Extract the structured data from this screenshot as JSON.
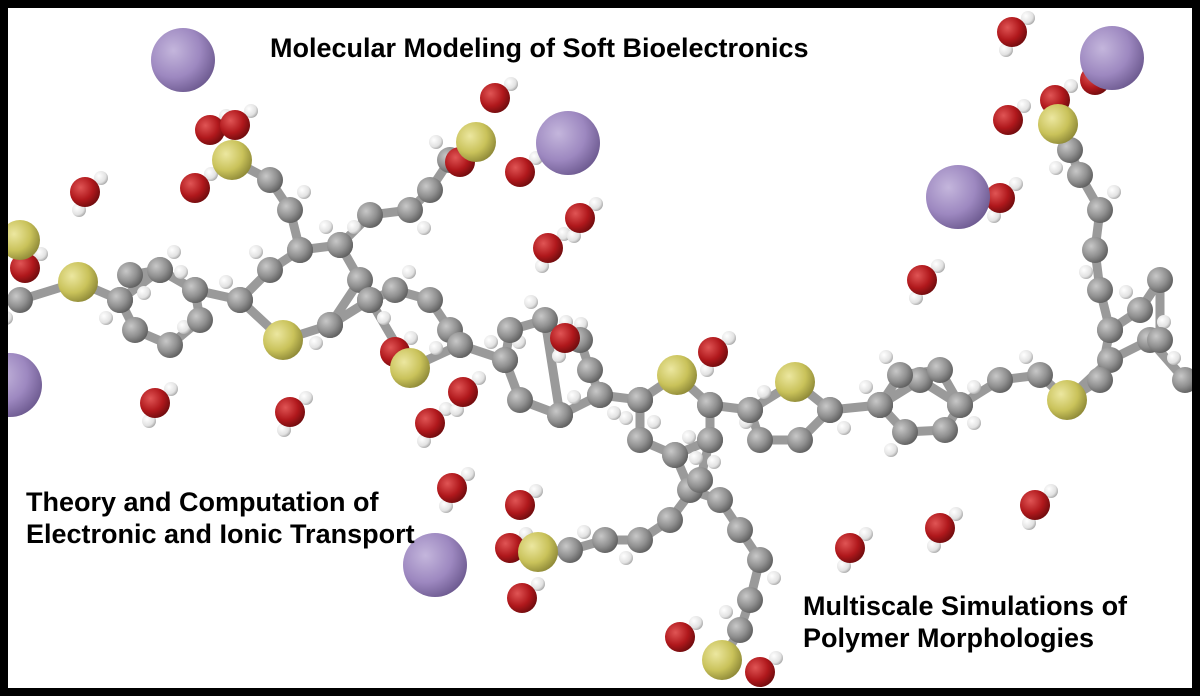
{
  "title": "Molecular Modeling of Soft Bioelectronics",
  "left_caption": "Theory and Computation of Electronic and Ionic Transport",
  "right_caption": "Multiscale Simulations of Polymer Morphologies",
  "colors": {
    "carbon": "#8f8f8f",
    "sulfur": "#c9c25a",
    "oxygen": "#b0181c",
    "hydrogen": "#e6e6e6",
    "sodium": "#9d88c0",
    "border": "#000000"
  }
}
